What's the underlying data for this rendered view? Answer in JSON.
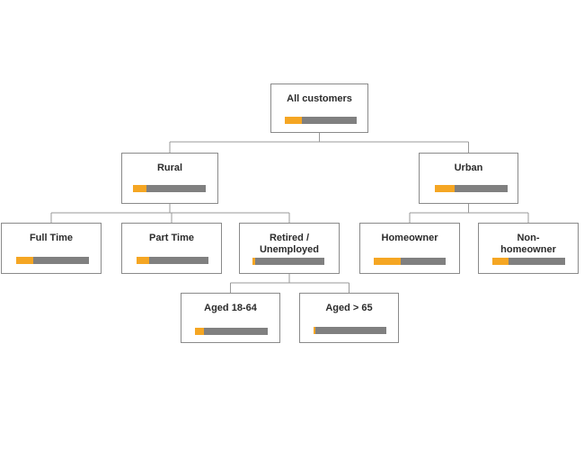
{
  "colors": {
    "accent": "#f5a623",
    "track": "#808080",
    "border": "#8a8a8a",
    "connector": "#999999"
  },
  "nodes": [
    {
      "id": "all-customers",
      "label": "All customers",
      "share": 0.24
    },
    {
      "id": "rural",
      "label": "Rural",
      "share": 0.18
    },
    {
      "id": "urban",
      "label": "Urban",
      "share": 0.27
    },
    {
      "id": "full-time",
      "label": "Full Time",
      "share": 0.24
    },
    {
      "id": "part-time",
      "label": "Part Time",
      "share": 0.17
    },
    {
      "id": "retired-unemployed",
      "label": "Retired /\nUnemployed",
      "share": 0.04
    },
    {
      "id": "homeowner",
      "label": "Homeowner",
      "share": 0.37
    },
    {
      "id": "non-homeowner",
      "label": "Non-\nhomeowner",
      "share": 0.22
    },
    {
      "id": "aged-18-64",
      "label": "Aged 18-64",
      "share": 0.12
    },
    {
      "id": "aged-over-65",
      "label": "Aged > 65",
      "share": 0.02
    }
  ]
}
